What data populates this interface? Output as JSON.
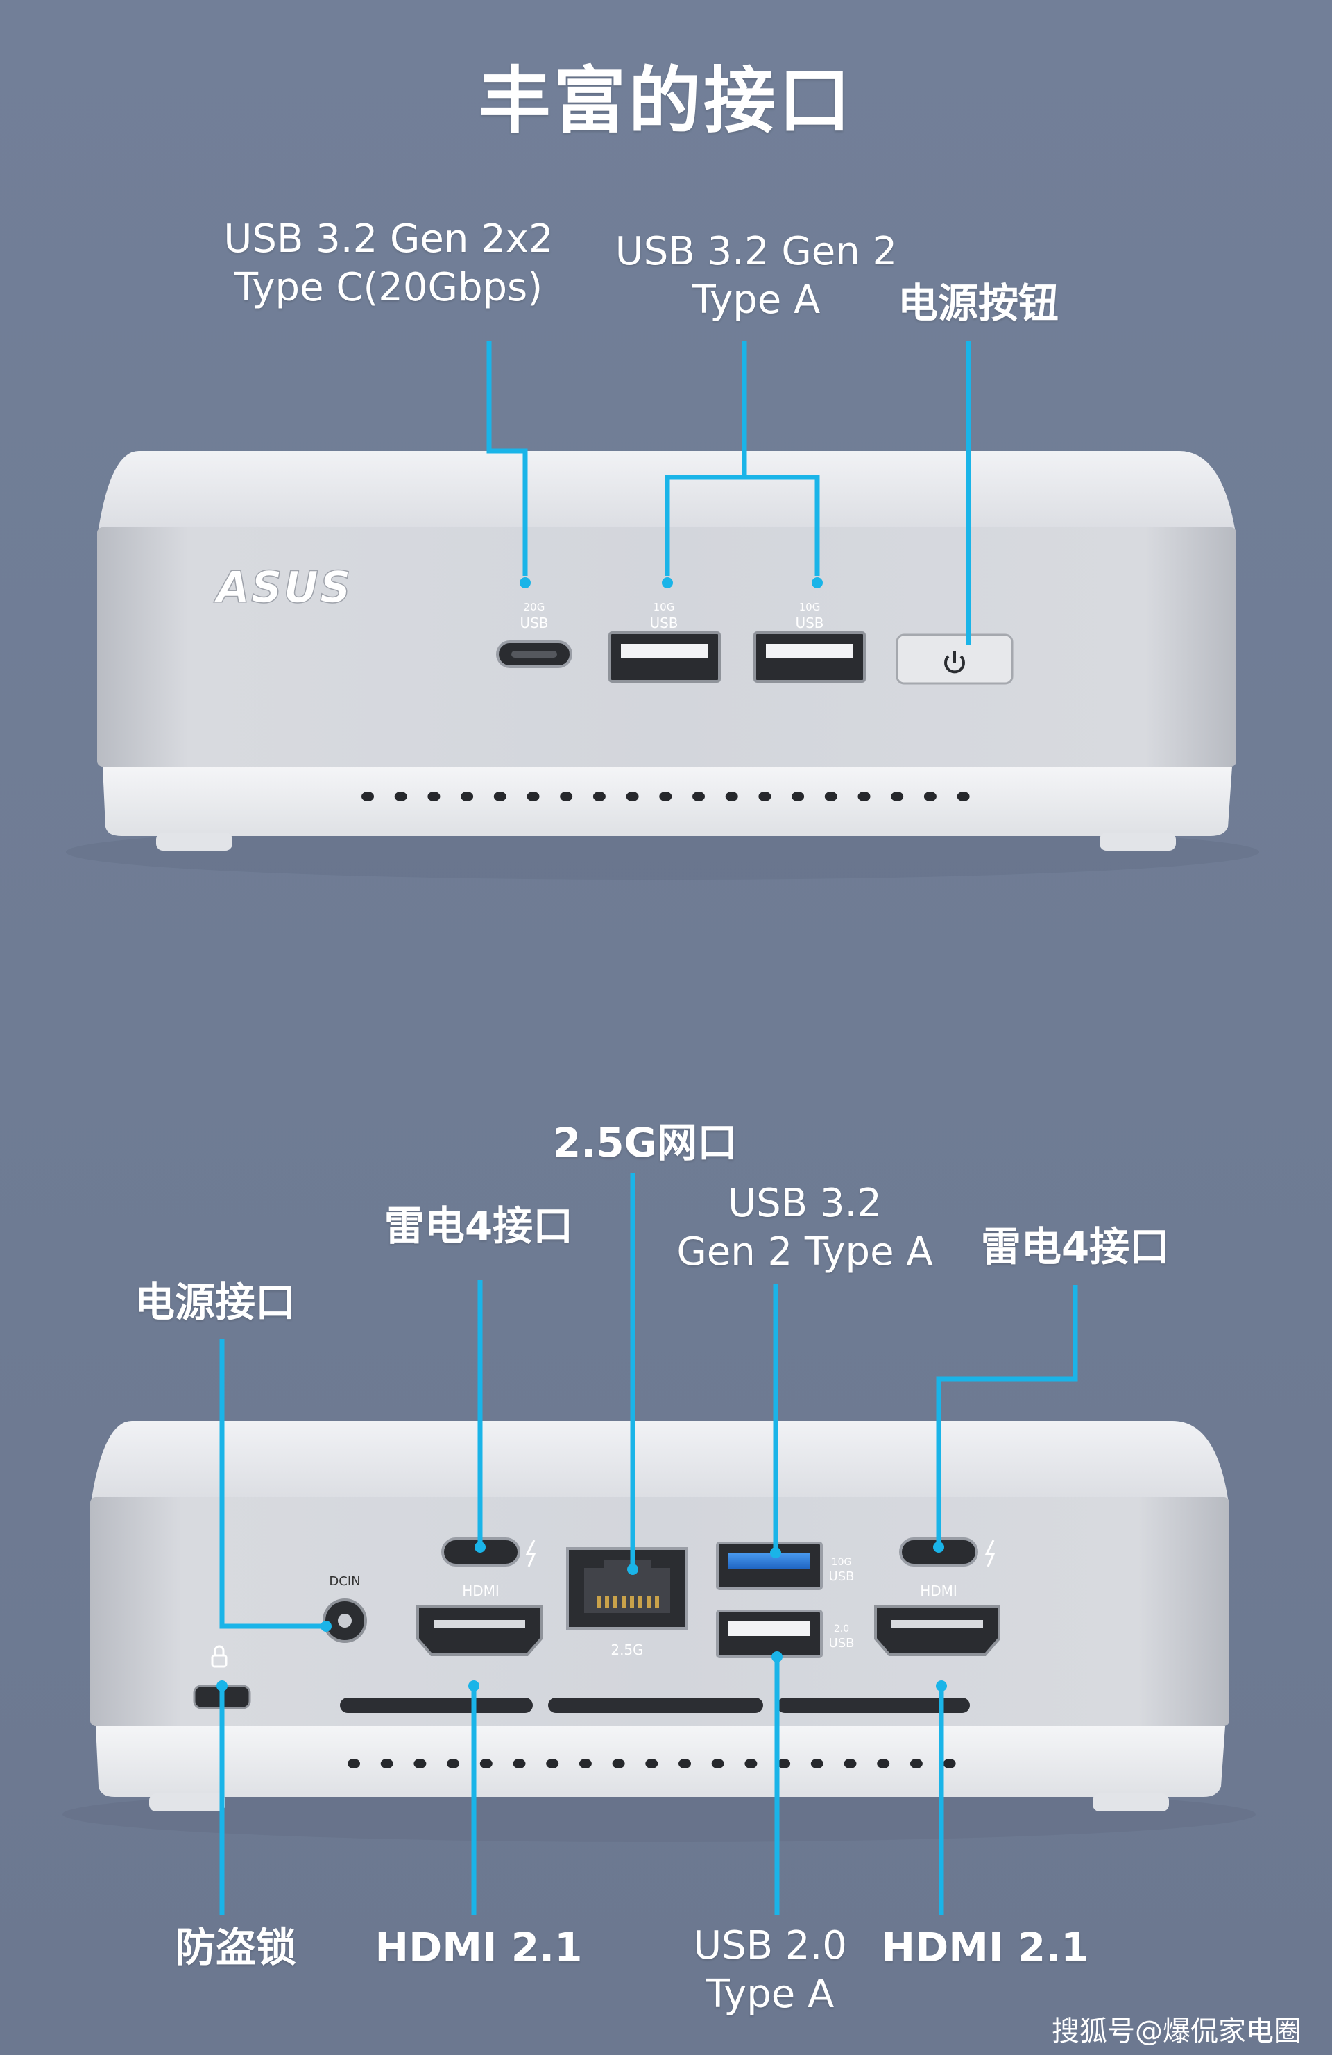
{
  "title": "丰富的接口",
  "front": {
    "brand_logo": "ASUS",
    "usb_c_label": [
      "USB 3.2 Gen 2x2",
      "Type C(20Gbps)"
    ],
    "usb_a_label": [
      "USB 3.2 Gen 2",
      "Type A"
    ],
    "power_button_label": "电源按钮",
    "port_marks": {
      "usbc_speed": "20G",
      "usbc_name": "USB",
      "usba1_speed": "10G",
      "usba1_name": "USB",
      "usba2_speed": "10G",
      "usba2_name": "USB"
    }
  },
  "rear": {
    "network_label": "2.5G网口",
    "thunderbolt_left_label": "雷电4接口",
    "thunderbolt_right_label": "雷电4接口",
    "usb32_label": [
      "USB 3.2",
      "Gen 2 Type A"
    ],
    "dc_in_label": "电源接口",
    "lock_label": "防盗锁",
    "hdmi_left_label": "HDMI 2.1",
    "hdmi_right_label": "HDMI 2.1",
    "usb20_label": [
      "USB 2.0",
      "Type A"
    ],
    "port_marks": {
      "dcin": "DCIN",
      "hdmi_left": "HDMI",
      "hdmi_right": "HDMI",
      "lan": "2.5G",
      "usb_top_speed": "10G",
      "usb_top_name": "USB",
      "usb_bottom_speed": "2.0",
      "usb_bottom_name": "USB"
    }
  },
  "watermark": "搜狐号@爆侃家电圈",
  "colors": {
    "background": "#707d96",
    "callout_line": "#1ab4e8",
    "usb3_blue": "#2e7fd8",
    "chassis_top": "#e9ebf0",
    "chassis_face": "#cfd2d8",
    "chassis_base": "#eceef1"
  }
}
